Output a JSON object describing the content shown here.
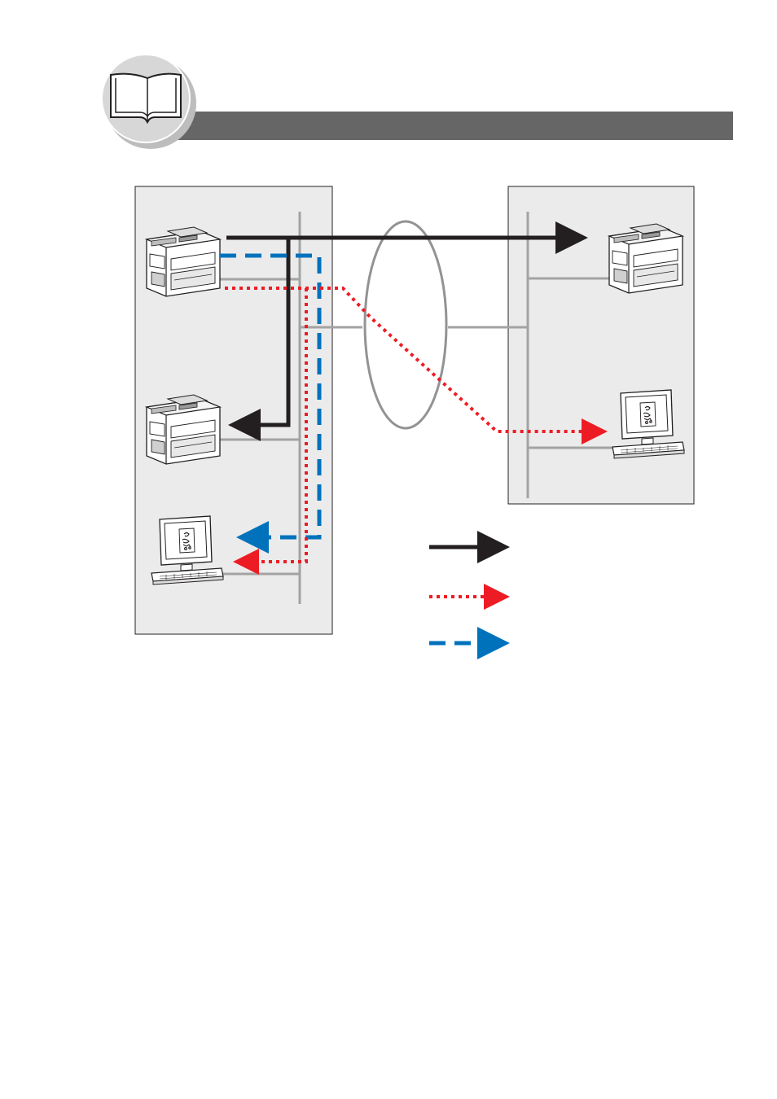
{
  "header": {
    "title": "",
    "icon": "open-book-icon",
    "bar_color": "#666666"
  },
  "colors": {
    "panel_fill": "#ebebeb",
    "network_line": "#a3a3a3",
    "direct_path": "#231f20",
    "email_path": "#ed1c24",
    "relay_path": "#0072bc"
  },
  "networks": [
    {
      "id": "local-lan",
      "label": ""
    },
    {
      "id": "remote-lan",
      "label": ""
    }
  ],
  "devices": [
    {
      "id": "fax-local-1",
      "icon": "fax-machine-icon"
    },
    {
      "id": "fax-local-2",
      "icon": "fax-machine-icon"
    },
    {
      "id": "pc-local",
      "icon": "computer-icon"
    },
    {
      "id": "fax-remote",
      "icon": "fax-machine-icon"
    },
    {
      "id": "pc-remote",
      "icon": "computer-icon"
    }
  ],
  "internet": {
    "icon": "internet-cloud-ellipse",
    "label": ""
  },
  "legend": [
    {
      "style": "solid",
      "color": "#231f20",
      "label": ""
    },
    {
      "style": "dotted",
      "color": "#ed1c24",
      "label": ""
    },
    {
      "style": "dashed",
      "color": "#0072bc",
      "label": ""
    }
  ]
}
